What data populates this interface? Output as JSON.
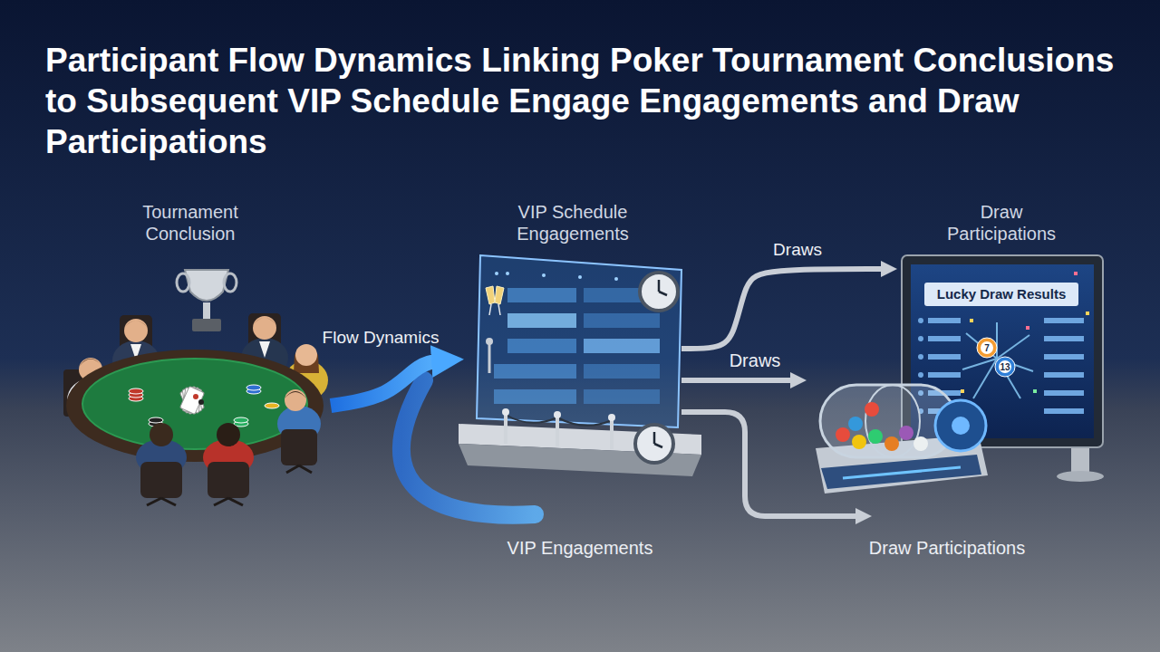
{
  "diagram": {
    "title": "Participant Flow Dynamics Linking Poker Tournament Conclusions to Subsequent VIP Schedule Engage Engagements and Draw Participations",
    "nodes": [
      {
        "text": [
          "Tournament Conclusion"
        ]
      },
      {
        "text": [
          "VIP Schedule Engagements"
        ]
      },
      {
        "text": [
          "Draw Participations",
          "Lucky Draw Results"
        ]
      }
    ],
    "edges": [
      {
        "from": 0,
        "to": 1,
        "label": "Flow Dynamics",
        "arrow": "to"
      },
      {
        "from": 1,
        "to": 2,
        "label": "Draws",
        "arrow": "to"
      }
    ],
    "labels": [
      "Draws",
      "VIP Engagements",
      "Draw Participations",
      "7",
      "13"
    ]
  }
}
